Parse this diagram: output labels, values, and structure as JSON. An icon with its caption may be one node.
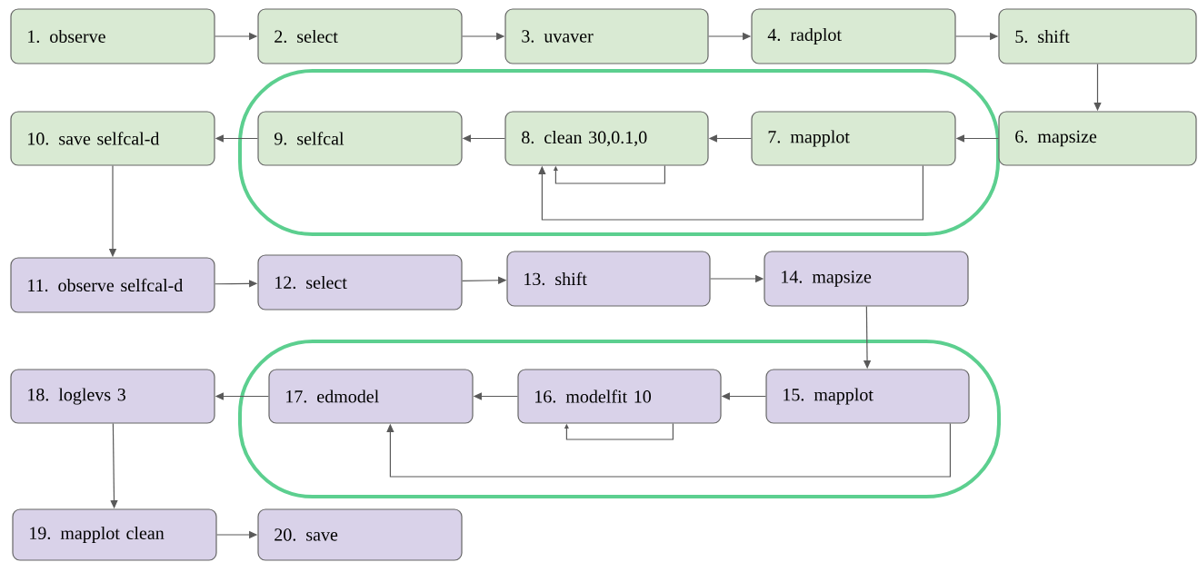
{
  "diagram": {
    "nodes": [
      {
        "text": [
          "1. observe"
        ]
      },
      {
        "text": [
          "2. select"
        ]
      },
      {
        "text": [
          "3. uvaver"
        ]
      },
      {
        "text": [
          "4. radplot"
        ]
      },
      {
        "text": [
          "5. shift"
        ]
      },
      {
        "text": [
          "6. mapsize"
        ]
      },
      {
        "text": [
          "7. mapplot"
        ]
      },
      {
        "text": [
          "8. clean 30,0.1,0"
        ]
      },
      {
        "text": [
          "9. selfcal"
        ]
      },
      {
        "text": [
          "10. save selfcal-d"
        ]
      },
      {
        "text": [
          "11. observe selfcal-d"
        ]
      },
      {
        "text": [
          "12. select"
        ]
      },
      {
        "text": [
          "13. shift"
        ]
      },
      {
        "text": [
          "14. mapsize"
        ]
      },
      {
        "text": [
          "15. mapplot"
        ]
      },
      {
        "text": [
          "16. modelfit 10"
        ]
      },
      {
        "text": [
          "17. edmodel"
        ]
      },
      {
        "text": [
          "18. loglevs 3"
        ]
      },
      {
        "text": [
          "19. mapplot clean"
        ]
      },
      {
        "text": [
          "20. save"
        ]
      }
    ],
    "edges": [
      {
        "from": 0,
        "to": 1,
        "arrow": "to"
      },
      {
        "from": 1,
        "to": 2,
        "arrow": "to"
      },
      {
        "from": 2,
        "to": 3,
        "arrow": "to"
      },
      {
        "from": 3,
        "to": 4,
        "arrow": "to"
      },
      {
        "from": 4,
        "to": 5,
        "arrow": "to"
      },
      {
        "from": 5,
        "to": 6,
        "arrow": "to"
      },
      {
        "from": 6,
        "to": 7,
        "arrow": "to"
      },
      {
        "from": 7,
        "to": 7,
        "arrow": "to"
      },
      {
        "from": 6,
        "to": 7,
        "arrow": "to"
      },
      {
        "from": 7,
        "to": 8,
        "arrow": "to"
      },
      {
        "from": 8,
        "to": 9,
        "arrow": "to"
      },
      {
        "from": 9,
        "to": 10,
        "arrow": "to"
      },
      {
        "from": 10,
        "to": 11,
        "arrow": "to"
      },
      {
        "from": 11,
        "to": 12,
        "arrow": "to"
      },
      {
        "from": 12,
        "to": 13,
        "arrow": "to"
      },
      {
        "from": 13,
        "to": 14,
        "arrow": "to"
      },
      {
        "from": 14,
        "to": 15,
        "arrow": "to"
      },
      {
        "from": 15,
        "to": 15,
        "arrow": "to"
      },
      {
        "from": 14,
        "to": 16,
        "arrow": "to"
      },
      {
        "from": 15,
        "to": 16,
        "arrow": "to"
      },
      {
        "from": 16,
        "to": 17,
        "arrow": "to"
      },
      {
        "from": 17,
        "to": 18,
        "arrow": "to"
      },
      {
        "from": 18,
        "to": 19,
        "arrow": "to"
      }
    ]
  }
}
